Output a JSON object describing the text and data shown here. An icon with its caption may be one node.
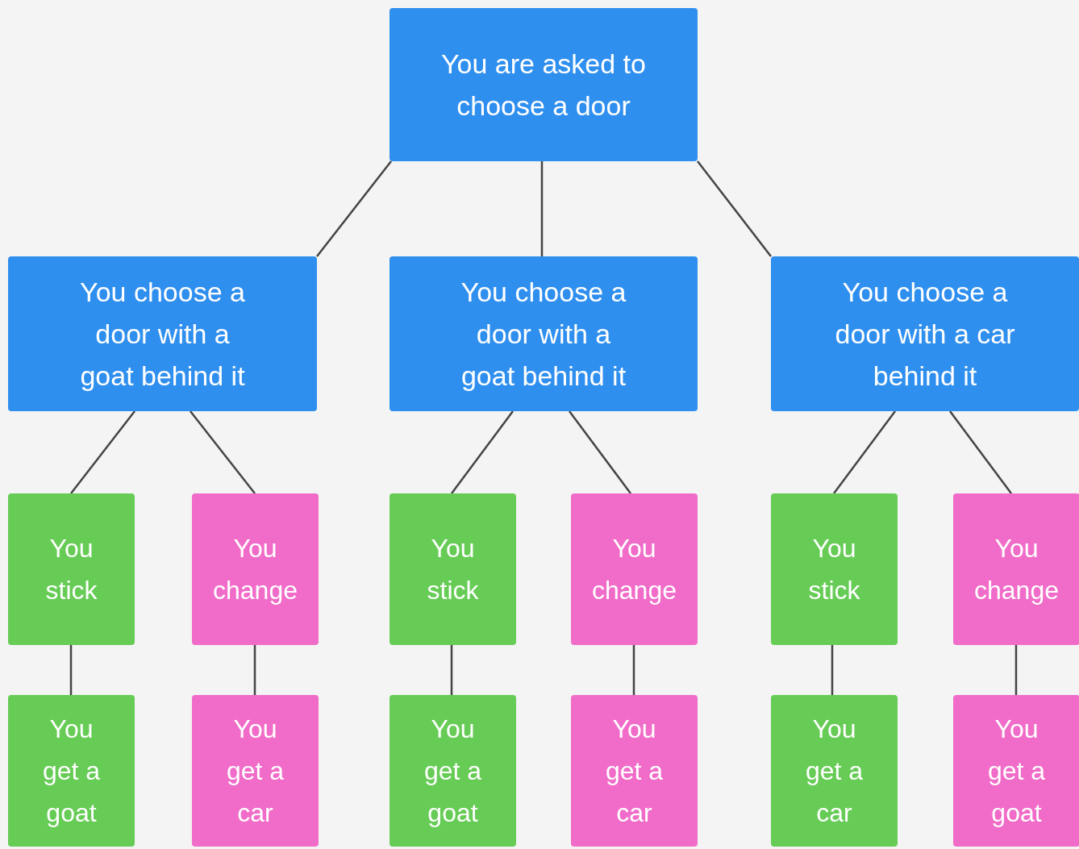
{
  "diagram": {
    "nodes": [
      {
        "text": [
          "You are asked to choose a door"
        ]
      },
      {
        "text": [
          "You choose a door with a goat behind it"
        ]
      },
      {
        "text": [
          "You choose a door with a goat behind it"
        ]
      },
      {
        "text": [
          "You choose a door with a car behind it"
        ]
      },
      {
        "text": [
          "You stick"
        ]
      },
      {
        "text": [
          "You change"
        ]
      },
      {
        "text": [
          "You stick"
        ]
      },
      {
        "text": [
          "You change"
        ]
      },
      {
        "text": [
          "You stick"
        ]
      },
      {
        "text": [
          "You change"
        ]
      },
      {
        "text": [
          "You get a goat"
        ]
      },
      {
        "text": [
          "You get a car"
        ]
      },
      {
        "text": [
          "You get a goat"
        ]
      },
      {
        "text": [
          "You get a car"
        ]
      },
      {
        "text": [
          "You get a car"
        ]
      },
      {
        "text": [
          "You get a goat"
        ]
      }
    ],
    "edges": [
      {
        "from": 0,
        "to": 1,
        "arrow": "none"
      },
      {
        "from": 0,
        "to": 2,
        "arrow": "none"
      },
      {
        "from": 0,
        "to": 3,
        "arrow": "none"
      },
      {
        "from": 1,
        "to": 4,
        "arrow": "none"
      },
      {
        "from": 1,
        "to": 5,
        "arrow": "none"
      },
      {
        "from": 2,
        "to": 6,
        "arrow": "none"
      },
      {
        "from": 2,
        "to": 7,
        "arrow": "none"
      },
      {
        "from": 3,
        "to": 8,
        "arrow": "none"
      },
      {
        "from": 3,
        "to": 9,
        "arrow": "none"
      },
      {
        "from": 4,
        "to": 10,
        "arrow": "none"
      },
      {
        "from": 5,
        "to": 11,
        "arrow": "none"
      },
      {
        "from": 6,
        "to": 12,
        "arrow": "none"
      },
      {
        "from": 7,
        "to": 13,
        "arrow": "none"
      },
      {
        "from": 8,
        "to": 14,
        "arrow": "none"
      },
      {
        "from": 9,
        "to": 15,
        "arrow": "none"
      }
    ]
  }
}
